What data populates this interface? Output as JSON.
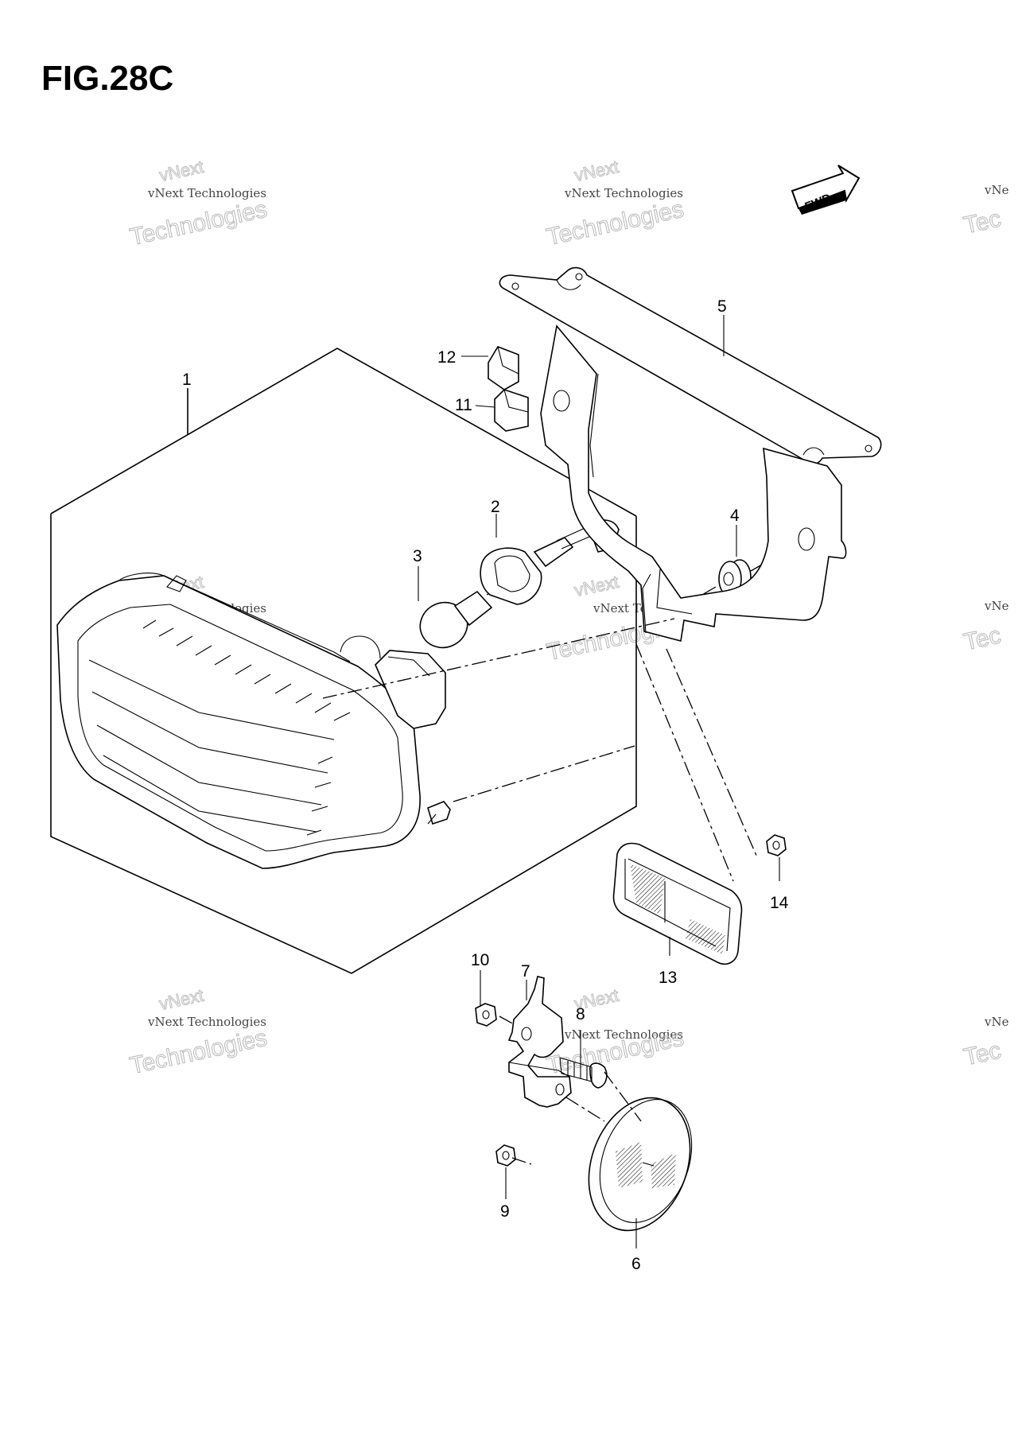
{
  "figure": {
    "title": "FIG.28C",
    "fwd_label": "FWD"
  },
  "callouts": [
    "1",
    "2",
    "3",
    "4",
    "5",
    "6",
    "7",
    "8",
    "9",
    "10",
    "11",
    "12",
    "13",
    "14"
  ],
  "watermark": {
    "line1": "vNext Technologies",
    "line2": "vNext",
    "line3": "Technologies"
  }
}
